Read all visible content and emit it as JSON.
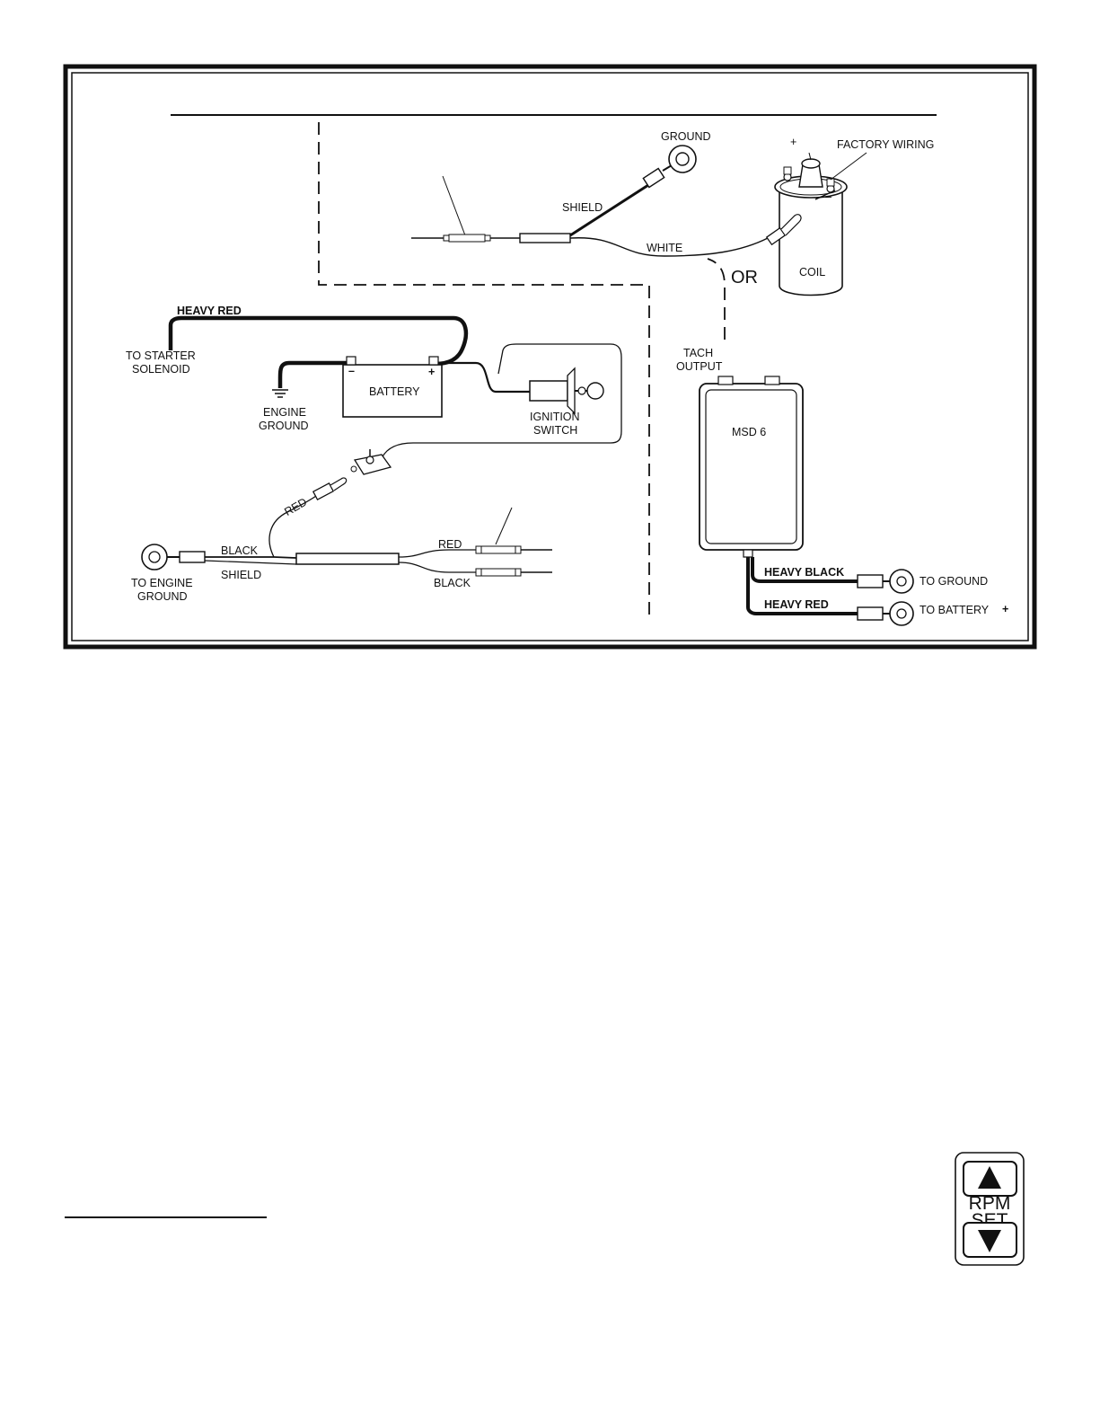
{
  "labels": {
    "ground": "GROUND",
    "factory_wiring": "FACTORY WIRING",
    "shield_top": "SHIELD",
    "white": "WHITE",
    "or": "OR",
    "coil": "COIL",
    "heavy_red_top": "HEAVY RED",
    "to_starter_1": "TO STARTER",
    "to_starter_2": "SOLENOID",
    "battery": "BATTERY",
    "battery_minus": "–",
    "battery_plus": "+",
    "engine_ground_1": "ENGINE",
    "engine_ground_2": "GROUND",
    "ignition_1": "IGNITION",
    "ignition_2": "SWITCH",
    "tach_1": "TACH",
    "tach_2": "OUTPUT",
    "msd": "MSD 6",
    "red_diag": "RED",
    "black_left": "BLACK",
    "shield_left": "SHIELD",
    "to_engine_1": "TO ENGINE",
    "to_engine_2": "GROUND",
    "red_right": "RED",
    "black_right": "BLACK",
    "heavy_black": "HEAVY BLACK",
    "to_ground": "TO GROUND",
    "heavy_red_bottom": "HEAVY RED",
    "to_battery": "TO BATTERY",
    "plus": "+",
    "coil_plus": "+",
    "coil_minus": "–"
  },
  "rpm_set": {
    "line1": "RPM",
    "line2": "SET",
    "up_icon": "triangle-up-icon",
    "down_icon": "triangle-down-icon"
  },
  "colors": {
    "ink": "#111111",
    "background": "#ffffff"
  }
}
